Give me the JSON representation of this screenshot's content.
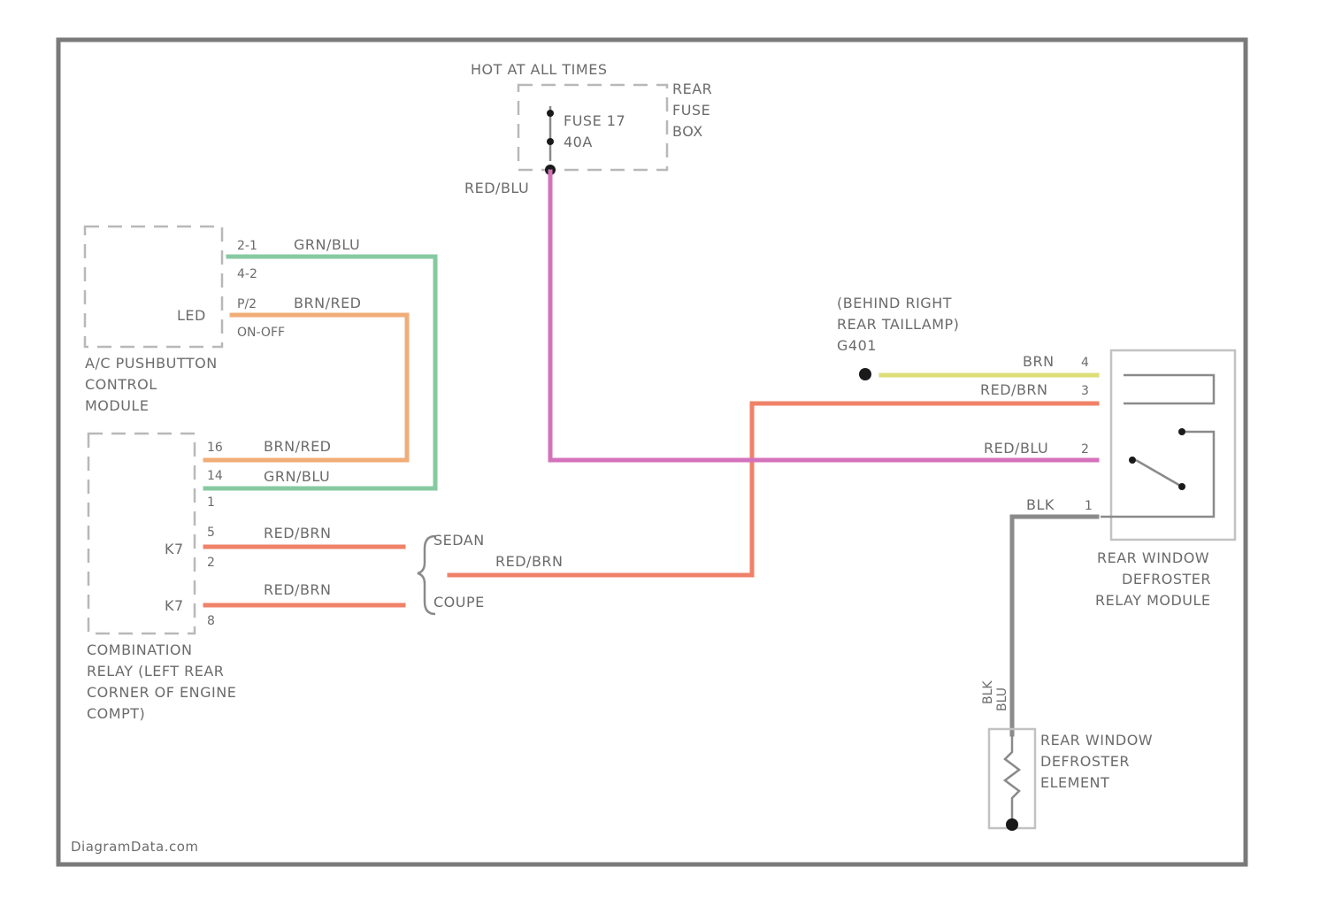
{
  "colors": {
    "frame": "#7a7a7a",
    "grn_blu": "#86c9a0",
    "brn_red": "#f0ad78",
    "red_blu": "#d472bc",
    "red_brn": "#ef8268",
    "brn": "#dede78",
    "blk": "#8a8a8a"
  },
  "power": {
    "hot_label": "HOT AT ALL TIMES",
    "fuse_line1": "FUSE 17",
    "fuse_line2": "40A",
    "box_line1": "REAR",
    "box_line2": "FUSE",
    "box_line3": "BOX",
    "wire_label": "RED/BLU"
  },
  "ac_module": {
    "pin_a": "2-1",
    "pin_b": "4-2",
    "pin_c": "P/2",
    "pin_d": "ON-OFF",
    "led_label": "LED",
    "wire_green": "GRN/BLU",
    "wire_orange": "BRN/RED",
    "name_line1": "A/C PUSHBUTTON",
    "name_line2": "CONTROL",
    "name_line3": "MODULE"
  },
  "combo_relay": {
    "pin_16": "16",
    "pin_14": "14",
    "pin_1": "1",
    "pin_5": "5",
    "pin_2": "2",
    "pin_8": "8",
    "wire_brn_red": "BRN/RED",
    "wire_grn_blu": "GRN/BLU",
    "wire_red_brn_1": "RED/BRN",
    "wire_red_brn_2": "RED/BRN",
    "k7_top": "K7",
    "k7_bottom": "K7",
    "name_line1": "COMBINATION",
    "name_line2": "RELAY (LEFT REAR",
    "name_line3": "CORNER OF ENGINE",
    "name_line4": "COMPT)"
  },
  "variants": {
    "sedan": "SEDAN",
    "coupe": "COUPE",
    "wire": "RED/BRN"
  },
  "ground_note": {
    "line1": "(BEHIND RIGHT",
    "line2": "REAR TAILLAMP)",
    "line3": "G401"
  },
  "relay_module": {
    "wire_brn": "BRN",
    "pin_4": "4",
    "wire_red_brn": "RED/BRN",
    "pin_3": "3",
    "wire_red_blu": "RED/BLU",
    "pin_2": "2",
    "wire_blk": "BLK",
    "pin_1": "1",
    "name_line1": "REAR WINDOW",
    "name_line2": "DEFROSTER",
    "name_line3": "RELAY MODULE"
  },
  "element": {
    "wire_label": "BLK",
    "wire_label2": "BLU",
    "name_line1": "REAR WINDOW",
    "name_line2": "DEFROSTER",
    "name_line3": "ELEMENT"
  },
  "watermark": "DiagramData.com"
}
